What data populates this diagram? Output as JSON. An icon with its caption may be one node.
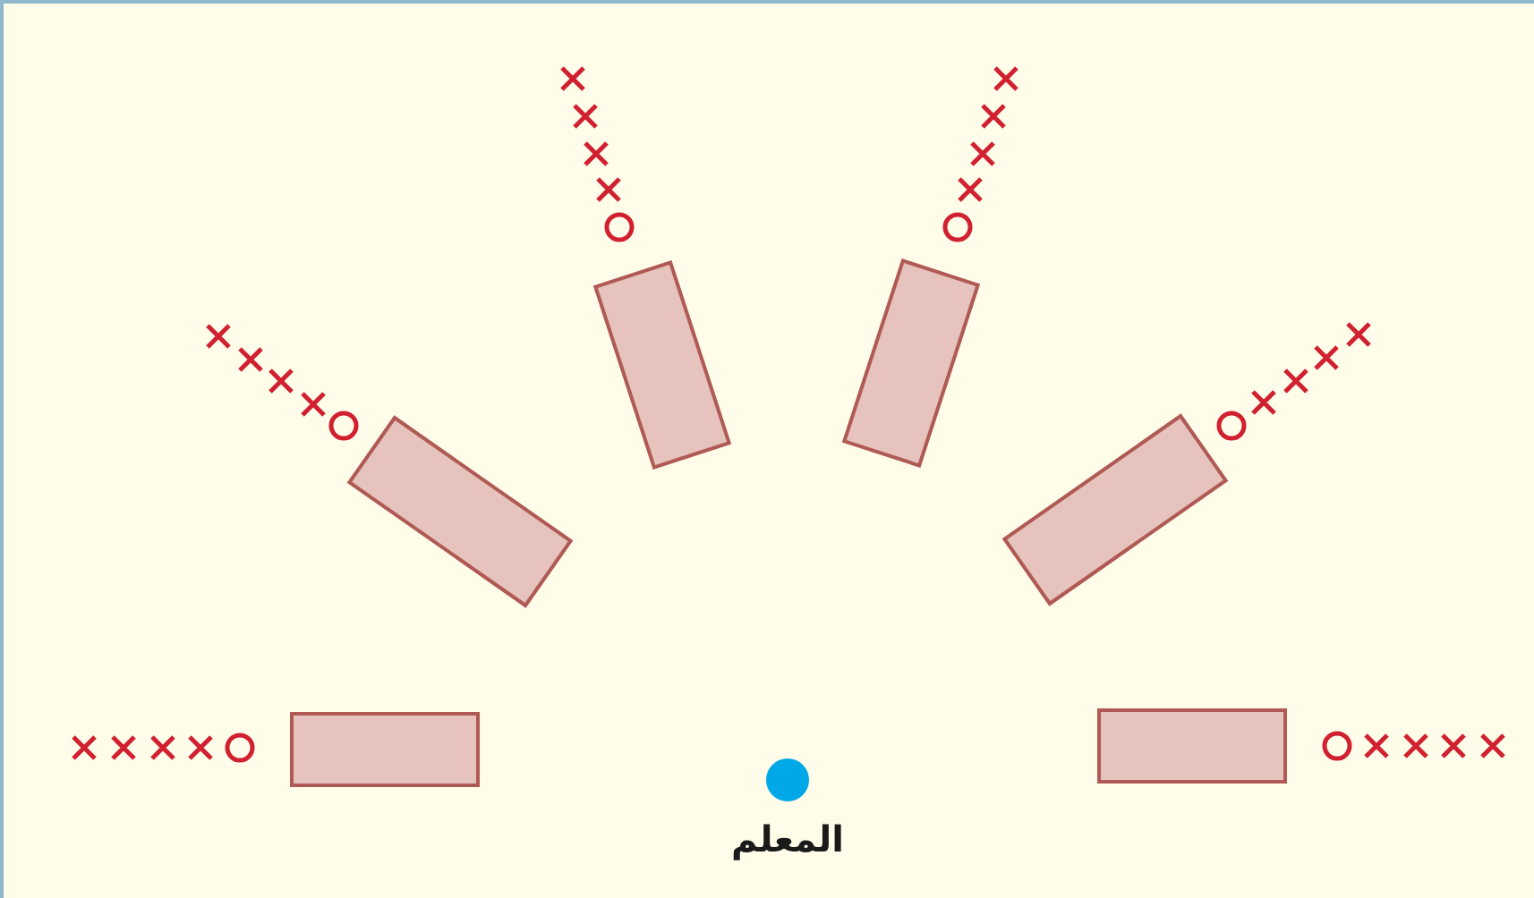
{
  "diagram": {
    "nodes": [
      {
        "text": [],
        "shape": "box"
      },
      {
        "text": [],
        "shape": "box"
      },
      {
        "text": [],
        "shape": "box"
      },
      {
        "text": [],
        "shape": "box"
      },
      {
        "text": [],
        "shape": "box"
      },
      {
        "text": [],
        "shape": "box"
      },
      {
        "text": [],
        "shape": "circle",
        "beside": [
          "المعلم"
        ]
      }
    ]
  }
}
